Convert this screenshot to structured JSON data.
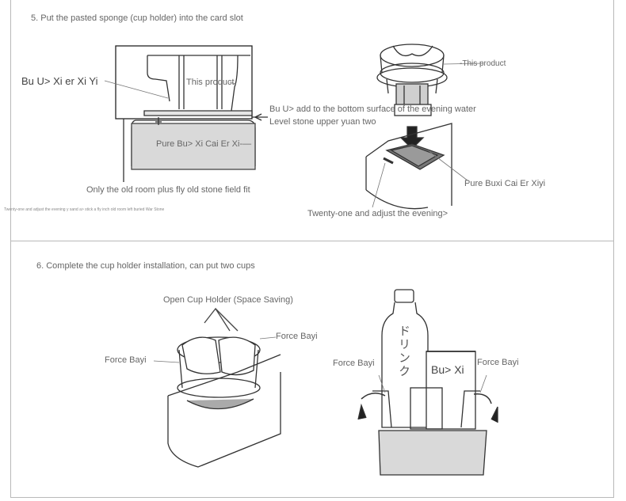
{
  "step5": {
    "title": "5. Put the pasted sponge (cup holder) into the card slot",
    "label_left_big": "Bu U> Xi er Xi Yi",
    "label_this_product_1": "This product",
    "label_pure_bu": "Pure Bu> Xi Cai Er Xi-—",
    "label_old_room": "Only the old room plus fly old stone field fit",
    "label_tiny": "Twenty-one and adjust the evening y sand a> stick a fly inch old room left buried War Stone",
    "label_this_product_2": "-This product",
    "label_bottom_surface": "Bu U> add to the bottom surface of the evening water",
    "label_level_stone": "Level stone upper yuan two",
    "label_pure_buxi": "Pure Buxi Cai Er Xiyi",
    "label_twenty_one": "Twenty-one and adjust the evening>"
  },
  "step6": {
    "title": "6. Complete the cup holder installation, can put two cups",
    "label_open_cup": "Open Cup Holder (Space Saving)",
    "label_force_left_1": "Force Bayi",
    "label_force_right_1": "Force Bayi",
    "label_force_left_2": "Force Bayi",
    "label_force_right_2": "Force Bayi",
    "label_bottle": "ドリンク",
    "label_can": "Bu> Xi"
  }
}
